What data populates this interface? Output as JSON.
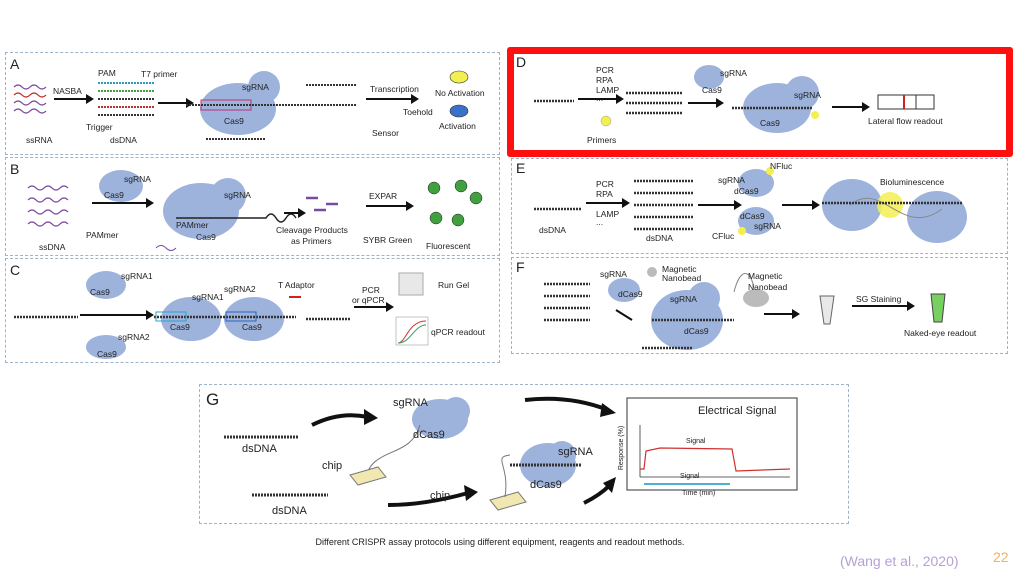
{
  "panels": {
    "A": {
      "letter": "A",
      "labels": [
        "NASBA",
        "PAM",
        "T7 primer",
        "sgRNA",
        "Cas9",
        "Transcription",
        "No Activation",
        "Toehold",
        "Activation",
        "Sensor",
        "Trigger",
        "ssRNA",
        "dsDNA"
      ]
    },
    "B": {
      "letter": "B",
      "labels": [
        "sgRNA",
        "Cas9",
        "sgRNA",
        "PAMmer",
        "Cas9",
        "PAMmer",
        "Cleavage Products",
        "as Primers",
        "EXPAR",
        "SYBR Green",
        "Fluorescent",
        "ssDNA"
      ]
    },
    "C": {
      "letter": "C",
      "labels": [
        "sgRNA1",
        "Cas9",
        "sgRNA2",
        "sgRNA1",
        "Cas9",
        "Cas9",
        "sgRNA2",
        "Cas9",
        "T Adaptor",
        "PCR",
        "or qPCR",
        "Run Gel",
        "qPCR readout"
      ]
    },
    "D": {
      "letter": "D",
      "labels": [
        "PCR",
        "RPA",
        "LAMP",
        "...",
        "Primers",
        "sgRNA",
        "Cas9",
        "sgRNA",
        "Cas9",
        "Lateral flow readout"
      ]
    },
    "E": {
      "letter": "E",
      "labels": [
        "PCR",
        "RPA",
        "LAMP",
        "...",
        "dsDNA",
        "dsDNA",
        "NFluc",
        "sgRNA",
        "dCas9",
        "dCas9",
        "sgRNA",
        "CFluc",
        "Bioluminescence"
      ]
    },
    "F": {
      "letter": "F",
      "labels": [
        "sgRNA",
        "dCas9",
        "Magnetic",
        "Nanobead",
        "sgRNA",
        "dCas9",
        "Magnetic",
        "Nanobead",
        "SG Staining",
        "Naked-eye readout"
      ]
    },
    "G": {
      "letter": "G",
      "labels": [
        "dsDNA",
        "chip",
        "sgRNA",
        "dCas9",
        "chip",
        "dsDNA",
        "sgRNA",
        "dCas9",
        "Electrical Signal",
        "Response (%)",
        "Signal",
        "Signal",
        "Time (min)"
      ]
    }
  },
  "caption": "Different CRISPR assay protocols using different equipment, reagents and readout methods.",
  "citation": "(Wang et al., 2020)",
  "page_number": "22",
  "colors": {
    "cas9": "#9db3dc",
    "highlight": "#ff1010",
    "panel_border": "#9db3c8",
    "citation": "#b6a0d4",
    "page_number": "#e8b36a"
  }
}
